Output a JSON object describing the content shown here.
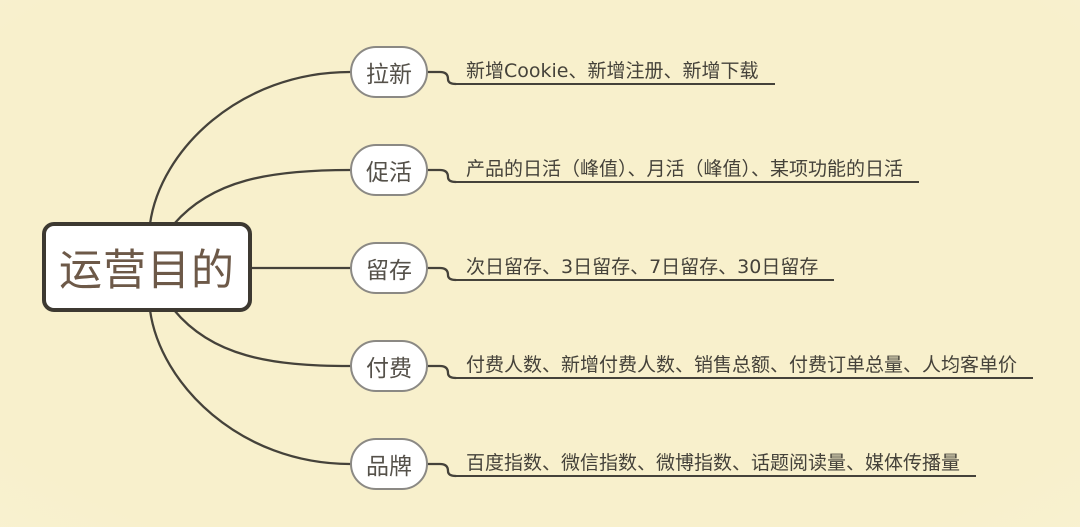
{
  "diagram": {
    "type": "mindmap",
    "root": {
      "label": "运营目的"
    },
    "branches": [
      {
        "label": "拉新",
        "leaf": "新增Cookie、新增注册、新增下载"
      },
      {
        "label": "促活",
        "leaf": "产品的日活（峰值）、月活（峰值）、某项功能的日活"
      },
      {
        "label": "留存",
        "leaf": "次日留存、3日留存、7日留存、30日留存"
      },
      {
        "label": "付费",
        "leaf": "付费人数、新增付费人数、销售总额、付费订单总量、人均客单价"
      },
      {
        "label": "品牌",
        "leaf": "百度指数、微信指数、微博指数、话题阅读量、媒体传播量"
      }
    ],
    "colors": {
      "background": "#f8f0cc",
      "line": "#45423a",
      "root_border": "#3d3931",
      "root_text": "#6d5948",
      "branch_border": "#8b8984",
      "branch_text": "#55514a",
      "leaf_text": "#45423a",
      "node_fill": "#ffffff"
    }
  }
}
